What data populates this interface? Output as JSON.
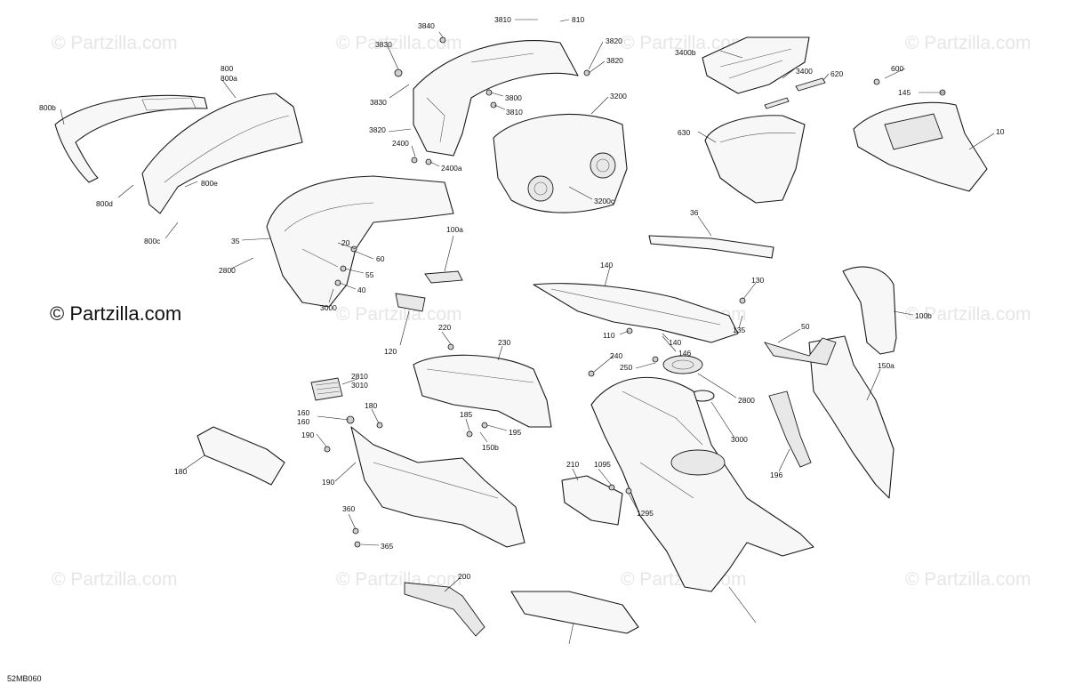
{
  "watermark": "© Partzilla.com",
  "copyright": "© Partzilla.com",
  "diagram_code": "52MB060",
  "labels": [
    "800",
    "800a",
    "800b",
    "800d",
    "800c",
    "800e",
    "3840",
    "3810",
    "810",
    "3830",
    "3820",
    "3820",
    "3830",
    "3800",
    "3810",
    "3820",
    "2400",
    "2400a",
    "3200",
    "3200c",
    "3400b",
    "3400",
    "620",
    "630",
    "600",
    "145",
    "10",
    "36",
    "35",
    "20",
    "60",
    "55",
    "40",
    "2800",
    "3000",
    "100a",
    "120",
    "140",
    "130",
    "135",
    "140",
    "146",
    "110",
    "100b",
    "50",
    "150a",
    "220",
    "230",
    "240",
    "250",
    "2800",
    "3000",
    "2810",
    "3010",
    "160",
    "160",
    "180",
    "190",
    "185",
    "195",
    "150b",
    "180",
    "190",
    "360",
    "365",
    "210",
    "1095",
    "1295",
    "196",
    "200"
  ]
}
